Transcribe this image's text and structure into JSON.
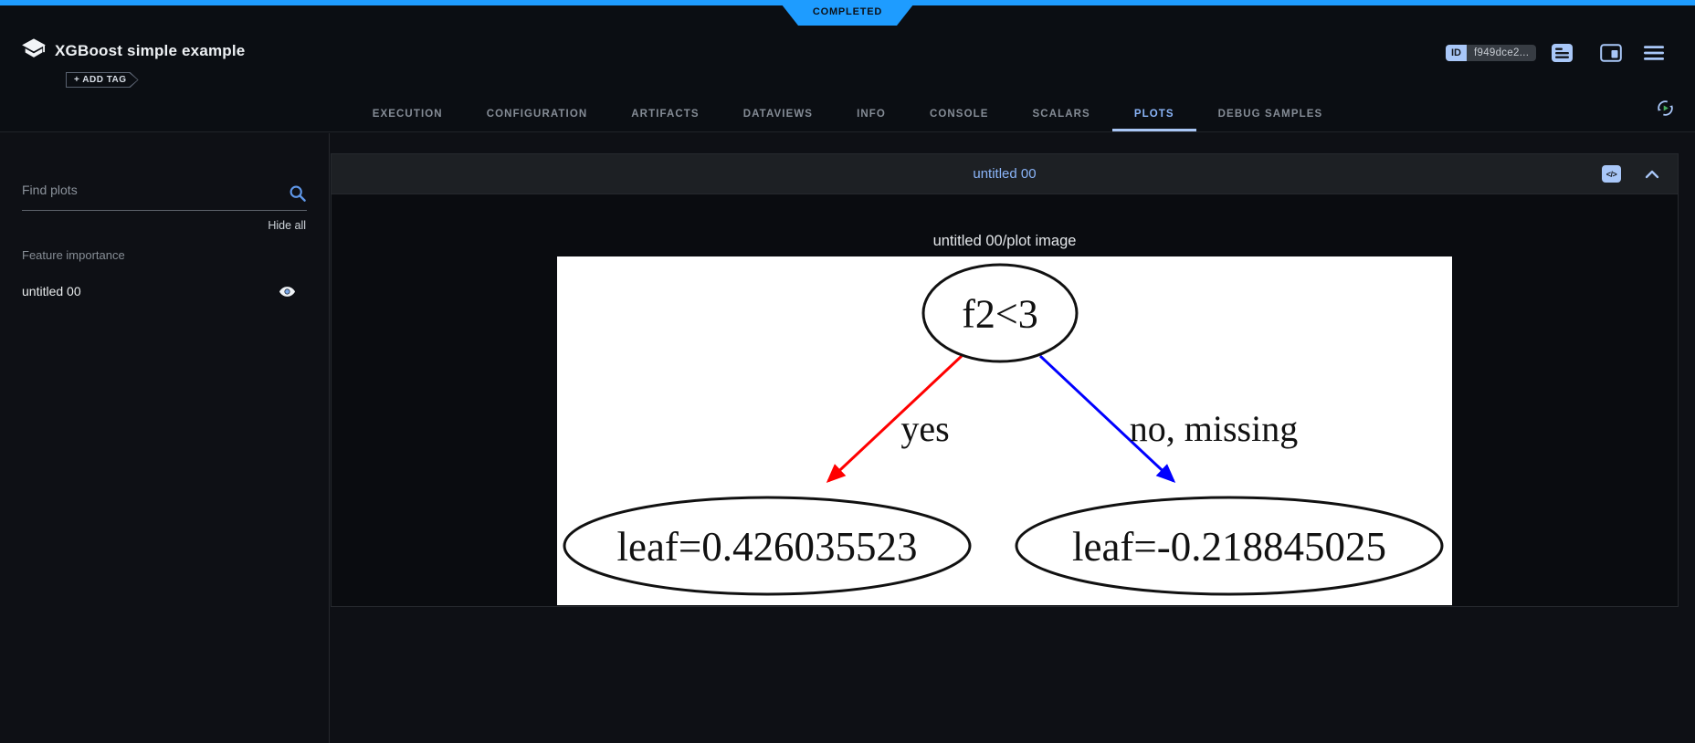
{
  "status": {
    "label": "COMPLETED"
  },
  "header": {
    "app_title": "XGBoost simple example",
    "add_tag": "+ ADD TAG",
    "id_label": "ID",
    "id_value": "f949dce2..."
  },
  "tabs": {
    "active": "PLOTS",
    "items": [
      {
        "label": "EXECUTION"
      },
      {
        "label": "CONFIGURATION"
      },
      {
        "label": "ARTIFACTS"
      },
      {
        "label": "DATAVIEWS"
      },
      {
        "label": "INFO"
      },
      {
        "label": "CONSOLE"
      },
      {
        "label": "SCALARS"
      },
      {
        "label": "PLOTS"
      },
      {
        "label": "DEBUG SAMPLES"
      }
    ]
  },
  "sidebar": {
    "search_placeholder": "Find plots",
    "hide_all": "Hide all",
    "group_title": "Feature importance",
    "plots": [
      {
        "label": "untitled 00"
      }
    ]
  },
  "panel": {
    "title": "untitled 00",
    "plot_image_title": "untitled 00/plot image"
  },
  "icons": {
    "embed_glyph": "</>"
  },
  "tree": {
    "type": "decision-tree-diagram",
    "root": "f2<3",
    "edges": [
      {
        "label": "yes",
        "color": "#ff0000",
        "to": "leaf=0.426035523"
      },
      {
        "label": "no, missing",
        "color": "#0000ff",
        "to": "leaf=-0.218845025"
      }
    ],
    "leaves": [
      {
        "label": "leaf=0.426035523"
      },
      {
        "label": "leaf=-0.218845025"
      }
    ]
  },
  "colors": {
    "brand_blue": "#1e9cff",
    "accent_periwinkle": "#a9c7f8",
    "active_tab": "#8ab4f8"
  }
}
